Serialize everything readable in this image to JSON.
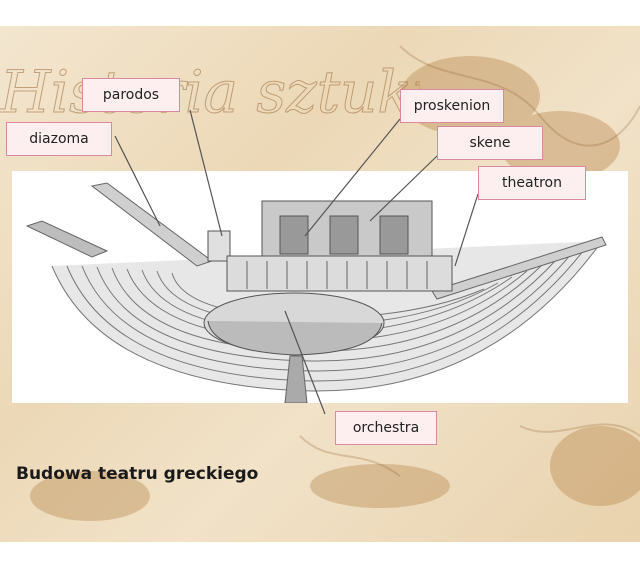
{
  "slide": {
    "caption": "Budowa teatru greckiego",
    "header_script": "Historia sztuki"
  },
  "labels": {
    "parodos": "parodos",
    "diazoma": "diazoma",
    "proskenion": "proskenion",
    "skene": "skene",
    "theatron": "theatron",
    "orchestra": "orchestra"
  },
  "colors": {
    "label_fill": "#fdeef0",
    "label_border": "#d98aa0",
    "parchment": "#ecd8b6"
  }
}
